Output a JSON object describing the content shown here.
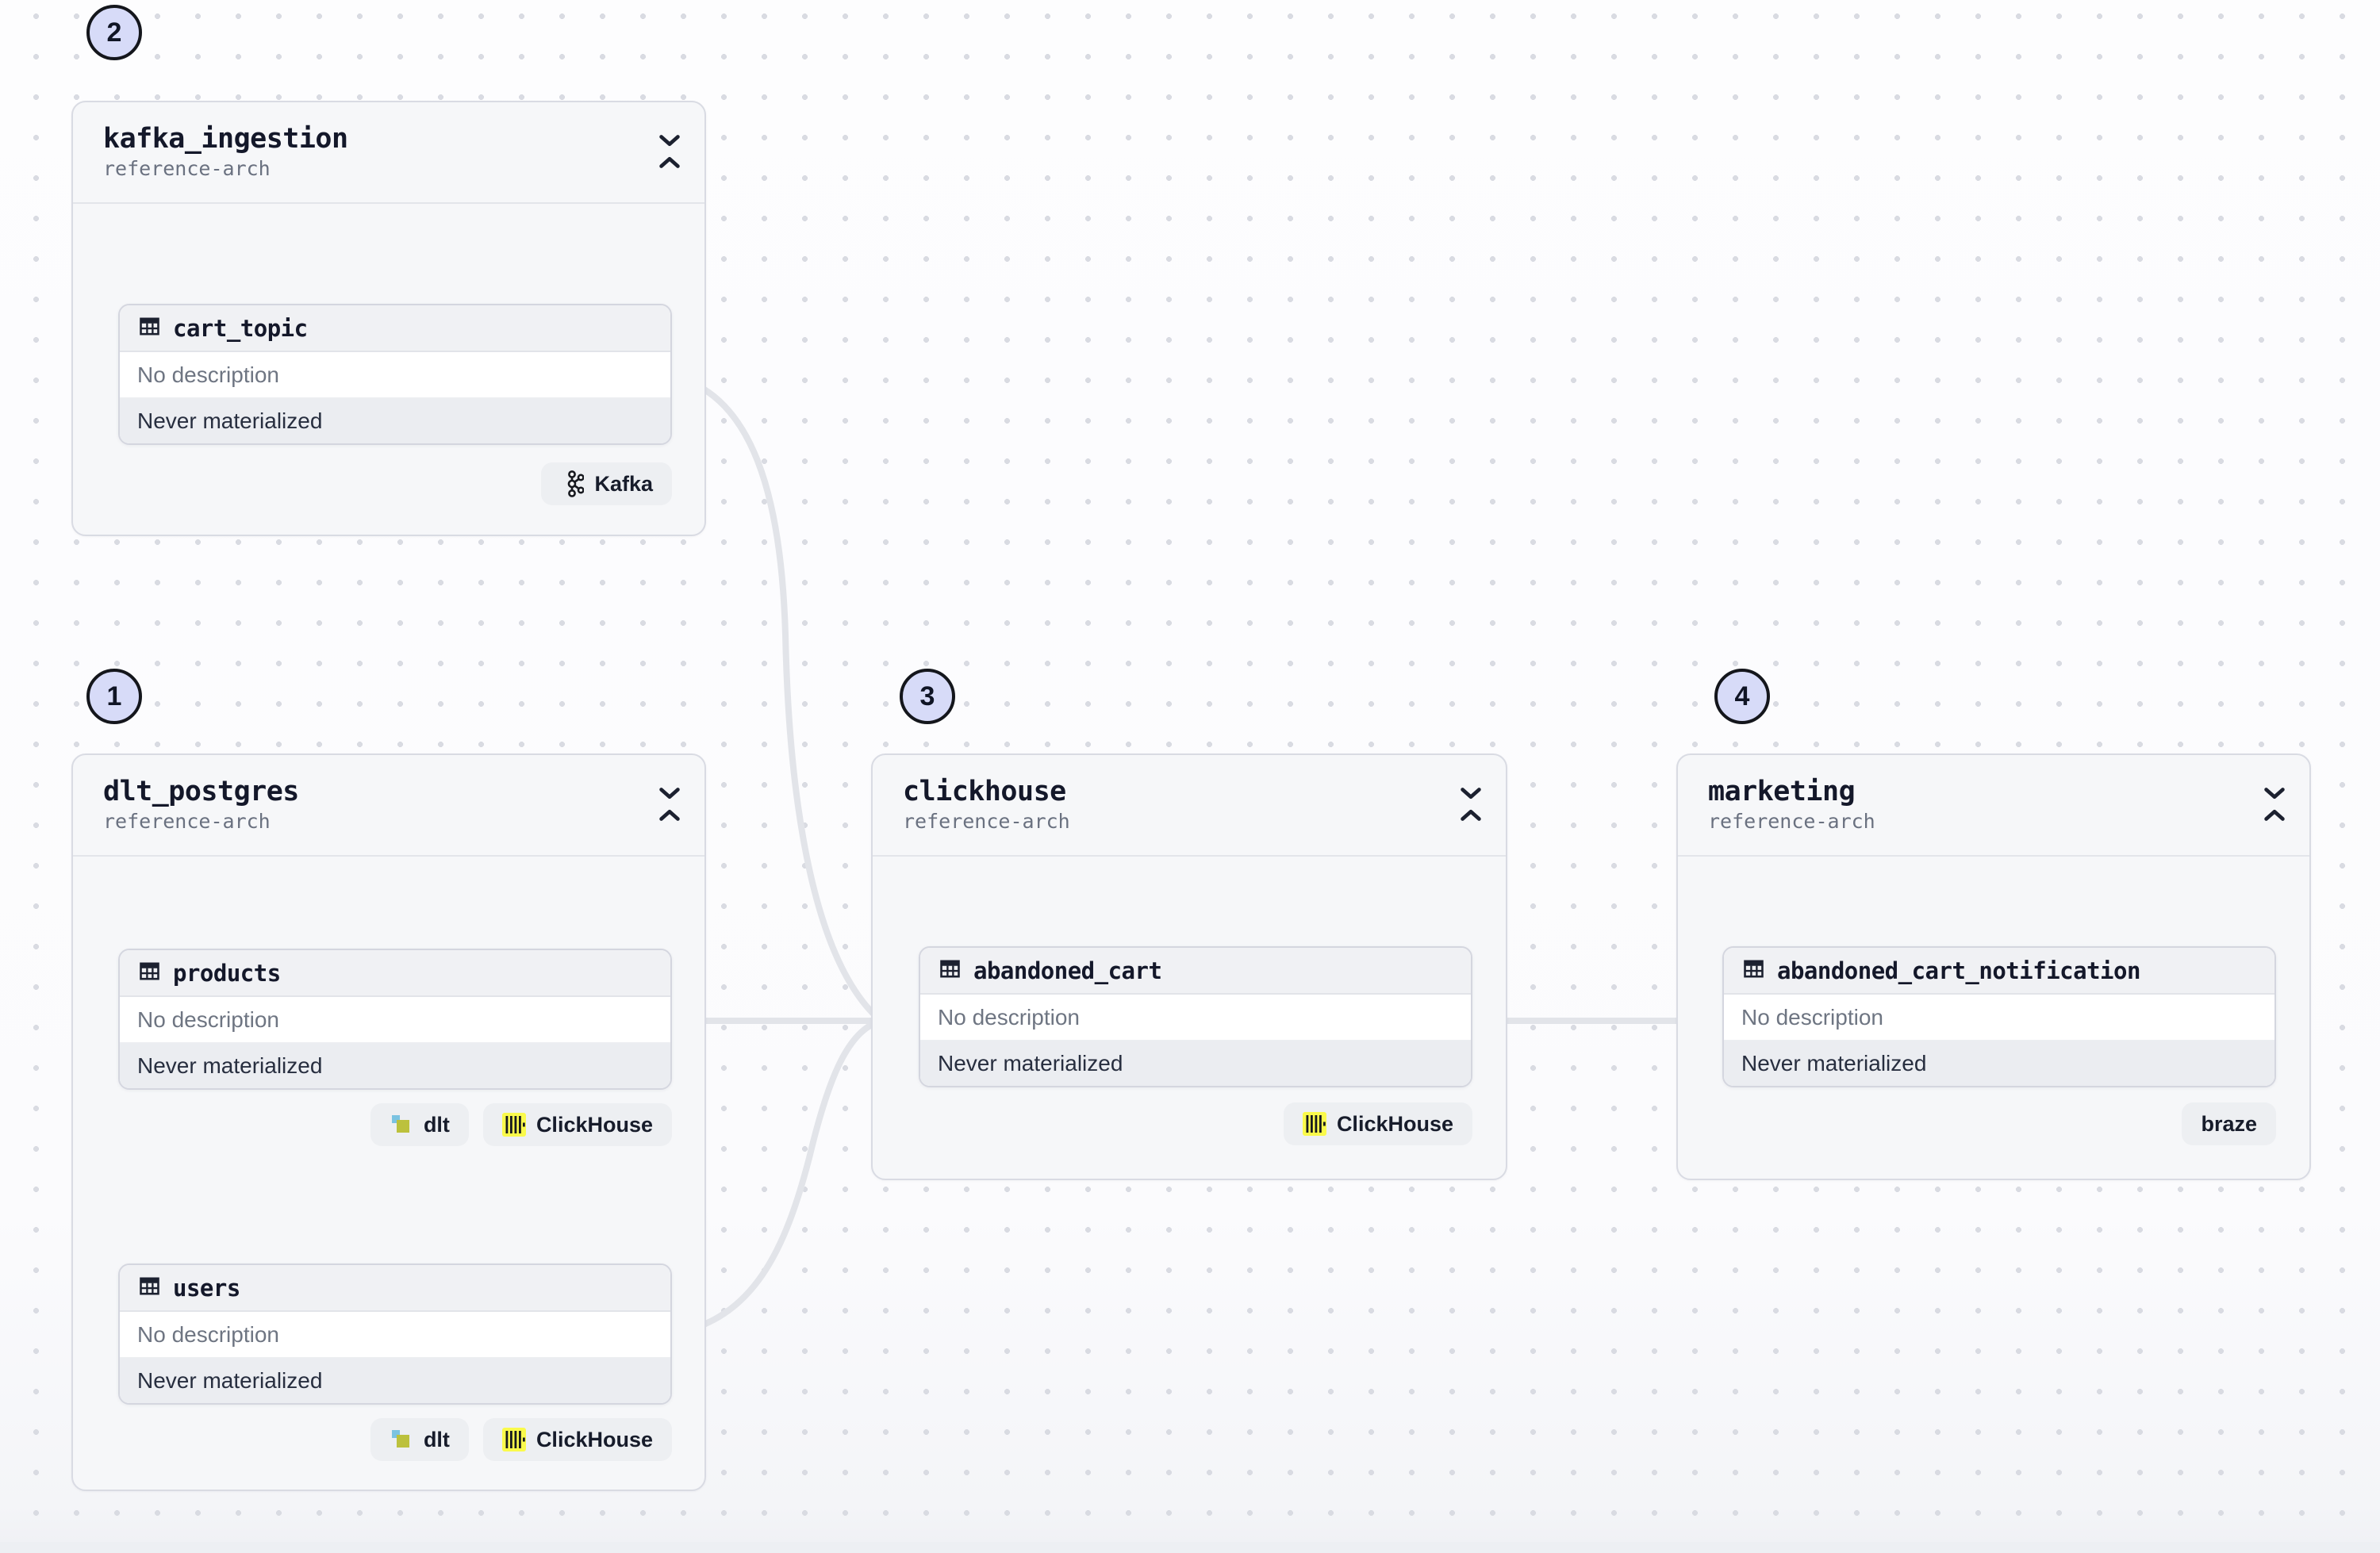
{
  "markers": [
    {
      "label": "1"
    },
    {
      "label": "2"
    },
    {
      "label": "3"
    },
    {
      "label": "4"
    }
  ],
  "groups": [
    {
      "title": "dlt_postgres",
      "subtitle": "reference-arch",
      "assets": [
        {
          "name": "products",
          "description": "No description",
          "status": "Never materialized",
          "badges": [
            {
              "label": "dlt",
              "icon": "dlt-icon"
            },
            {
              "label": "ClickHouse",
              "icon": "clickhouse-icon"
            }
          ]
        },
        {
          "name": "users",
          "description": "No description",
          "status": "Never materialized",
          "badges": [
            {
              "label": "dlt",
              "icon": "dlt-icon"
            },
            {
              "label": "ClickHouse",
              "icon": "clickhouse-icon"
            }
          ]
        }
      ]
    },
    {
      "title": "kafka_ingestion",
      "subtitle": "reference-arch",
      "assets": [
        {
          "name": "cart_topic",
          "description": "No description",
          "status": "Never materialized",
          "badges": [
            {
              "label": "Kafka",
              "icon": "kafka-icon"
            }
          ]
        }
      ]
    },
    {
      "title": "clickhouse",
      "subtitle": "reference-arch",
      "assets": [
        {
          "name": "abandoned_cart",
          "description": "No description",
          "status": "Never materialized",
          "badges": [
            {
              "label": "ClickHouse",
              "icon": "clickhouse-icon"
            }
          ]
        }
      ]
    },
    {
      "title": "marketing",
      "subtitle": "reference-arch",
      "assets": [
        {
          "name": "abandoned_cart_notification",
          "description": "No description",
          "status": "Never materialized",
          "badges": [
            {
              "label": "braze"
            }
          ]
        }
      ]
    }
  ],
  "edges": [
    {
      "from": "cart_topic",
      "to": "abandoned_cart"
    },
    {
      "from": "products",
      "to": "abandoned_cart"
    },
    {
      "from": "users",
      "to": "abandoned_cart"
    },
    {
      "from": "abandoned_cart",
      "to": "abandoned_cart_notification"
    }
  ],
  "colors": {
    "marker_fill": "#d7dbf8",
    "edge": "#e2e4e9",
    "clickhouse_yellow": "#fafa4b",
    "dlt_blue": "#7bc3e1",
    "dlt_olive": "#bcc13d",
    "group_bg": "#f6f7f9",
    "status_row_bg": "#ebedf1"
  }
}
